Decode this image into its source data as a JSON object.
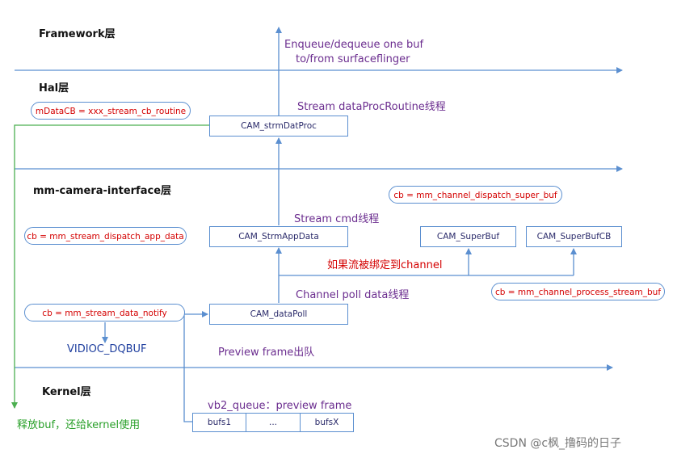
{
  "layers": {
    "framework": "Framework层",
    "hal": "Hal层",
    "mm_camera_interface": "mm-camera-interface层",
    "kernel": "Kernel层"
  },
  "labels": {
    "enqueue_line1": "Enqueue/dequeue one buf",
    "enqueue_line2": "to/from surfaceflinger",
    "stream_dataproc_thread": "Stream dataProcRoutine线程",
    "stream_cmd_thread": "Stream cmd线程",
    "channel_poll_thread": "Channel poll data线程",
    "preview_frame_dequeue": "Preview frame出队",
    "vidioc_dqbuf": "VIDIOC_DQBUF",
    "bound_to_channel": "如果流被绑定到channel",
    "release_buf": "释放buf，还给kernel使用",
    "vb2_queue": "vb2_queue：preview frame"
  },
  "callbacks": {
    "mdatacb": "mDataCB = xxx_stream_cb_routine",
    "dispatch_super_buf": "cb = mm_channel_dispatch_super_buf",
    "dispatch_app_data": "cb = mm_stream_dispatch_app_data",
    "process_stream_buf": "cb = mm_channel_process_stream_buf",
    "data_notify": "cb = mm_stream_data_notify"
  },
  "boxes": {
    "strm_dat_proc": "CAM_strmDatProc",
    "strm_app_data": "CAM_StrmAppData",
    "super_buf": "CAM_SuperBuf",
    "super_buf_cb": "CAM_SuperBufCB",
    "data_poll": "CAM_dataPoll"
  },
  "buffers": [
    "bufs1",
    "...",
    "bufsX"
  ],
  "watermark": "CSDN @c枫_撸码的日子",
  "colors": {
    "arrow": "#5b8fd0",
    "green_arrow": "#4caf50",
    "purple_text": "#6b2d8f",
    "red_text": "#d40000"
  }
}
